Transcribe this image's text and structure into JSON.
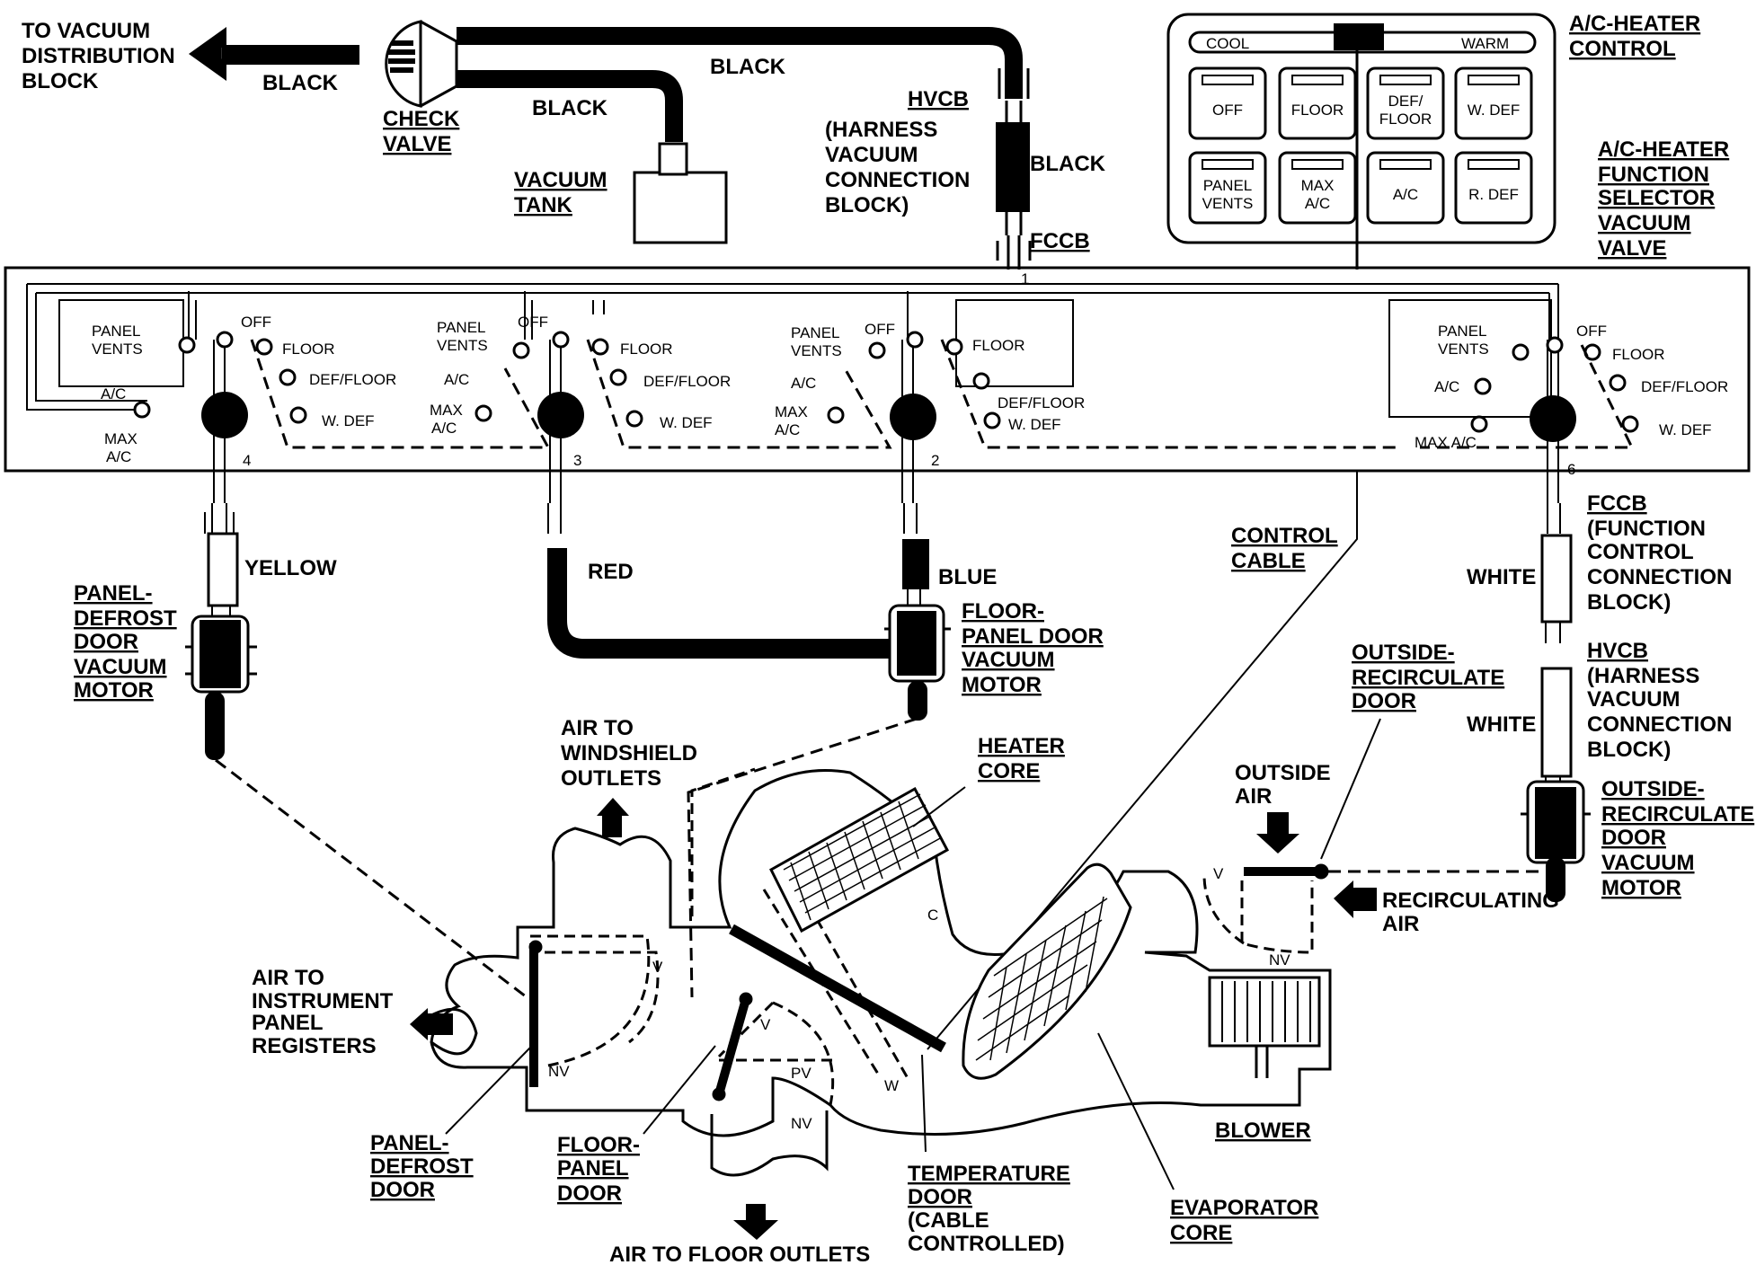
{
  "labels": {
    "to_vacuum": [
      "TO VACUUM",
      "DISTRIBUTION",
      "BLOCK"
    ],
    "black_1": "BLACK",
    "black_2": "BLACK",
    "black_3": "BLACK",
    "black_4": "BLACK",
    "check_valve": [
      "CHECK",
      "VALVE"
    ],
    "vacuum_tank": [
      "VACUUM",
      "TANK"
    ],
    "hvcb_top": [
      "HVCB",
      "(HARNESS",
      "VACUUM",
      "CONNECTION",
      "BLOCK)"
    ],
    "fccb_top": "FCCB",
    "ac_heater_control": [
      "A/C-HEATER",
      "CONTROL"
    ],
    "function_selector": [
      "A/C-HEATER",
      "FUNCTION",
      "SELECTOR",
      "VACUUM",
      "VALVE"
    ],
    "cool": "COOL",
    "warm": "WARM",
    "buttons": [
      [
        "OFF"
      ],
      [
        "FLOOR"
      ],
      [
        "DEF/",
        "FLOOR"
      ],
      [
        "W. DEF"
      ],
      [
        "PANEL",
        "VENTS"
      ],
      [
        "MAX",
        "A/C"
      ],
      [
        "A/C"
      ],
      [
        "R. DEF"
      ]
    ],
    "port_numbers": [
      "1",
      "4",
      "3",
      "2",
      "6"
    ],
    "valve_labels": {
      "panel_vents": [
        "PANEL",
        "VENTS"
      ],
      "off": "OFF",
      "floor": "FLOOR",
      "def_floor": "DEF/FLOOR",
      "w_def": "W. DEF",
      "ac": "A/C",
      "max_ac": [
        "MAX",
        "A/C"
      ],
      "max_ac_inline": "MAX A/C"
    },
    "yellow": "YELLOW",
    "red": "RED",
    "blue": "BLUE",
    "white_1": "WHITE",
    "white_2": "WHITE",
    "control_cable": [
      "CONTROL",
      "CABLE"
    ],
    "fccb_right": [
      "FCCB",
      "(FUNCTION",
      "CONTROL",
      "CONNECTION",
      "BLOCK)"
    ],
    "hvcb_right": [
      "HVCB",
      "(HARNESS",
      "VACUUM",
      "CONNECTION",
      "BLOCK)"
    ],
    "panel_defrost_motor": [
      "PANEL-",
      "DEFROST",
      "DOOR",
      "VACUUM",
      "MOTOR"
    ],
    "floor_panel_motor": [
      "FLOOR-",
      "PANEL DOOR",
      "VACUUM",
      "MOTOR"
    ],
    "outside_recirc_door": [
      "OUTSIDE-",
      "RECIRCULATE",
      "DOOR"
    ],
    "outside_recirc_motor": [
      "OUTSIDE-",
      "RECIRCULATE",
      "DOOR",
      "VACUUM",
      "MOTOR"
    ],
    "air_windshield": [
      "AIR TO",
      "WINDSHIELD",
      "OUTLETS"
    ],
    "heater_core": [
      "HEATER",
      "CORE"
    ],
    "outside_air": [
      "OUTSIDE",
      "AIR"
    ],
    "recirculating_air": [
      "RECIRCULATING",
      "AIR"
    ],
    "air_instrument": [
      "AIR TO",
      "INSTRUMENT",
      "PANEL",
      "REGISTERS"
    ],
    "panel_defrost_door": [
      "PANEL-",
      "DEFROST",
      "DOOR"
    ],
    "floor_panel_door": [
      "FLOOR-",
      "PANEL",
      "DOOR"
    ],
    "temperature_door": [
      "TEMPERATURE",
      "DOOR",
      "(CABLE",
      "CONTROLLED)"
    ],
    "evaporator_core": [
      "EVAPORATOR",
      "CORE"
    ],
    "blower": "BLOWER",
    "air_floor": "AIR TO FLOOR OUTLETS",
    "door_marks": {
      "c": "C",
      "w": "W",
      "v": "V",
      "nv": "NV",
      "pv": "PV"
    }
  }
}
